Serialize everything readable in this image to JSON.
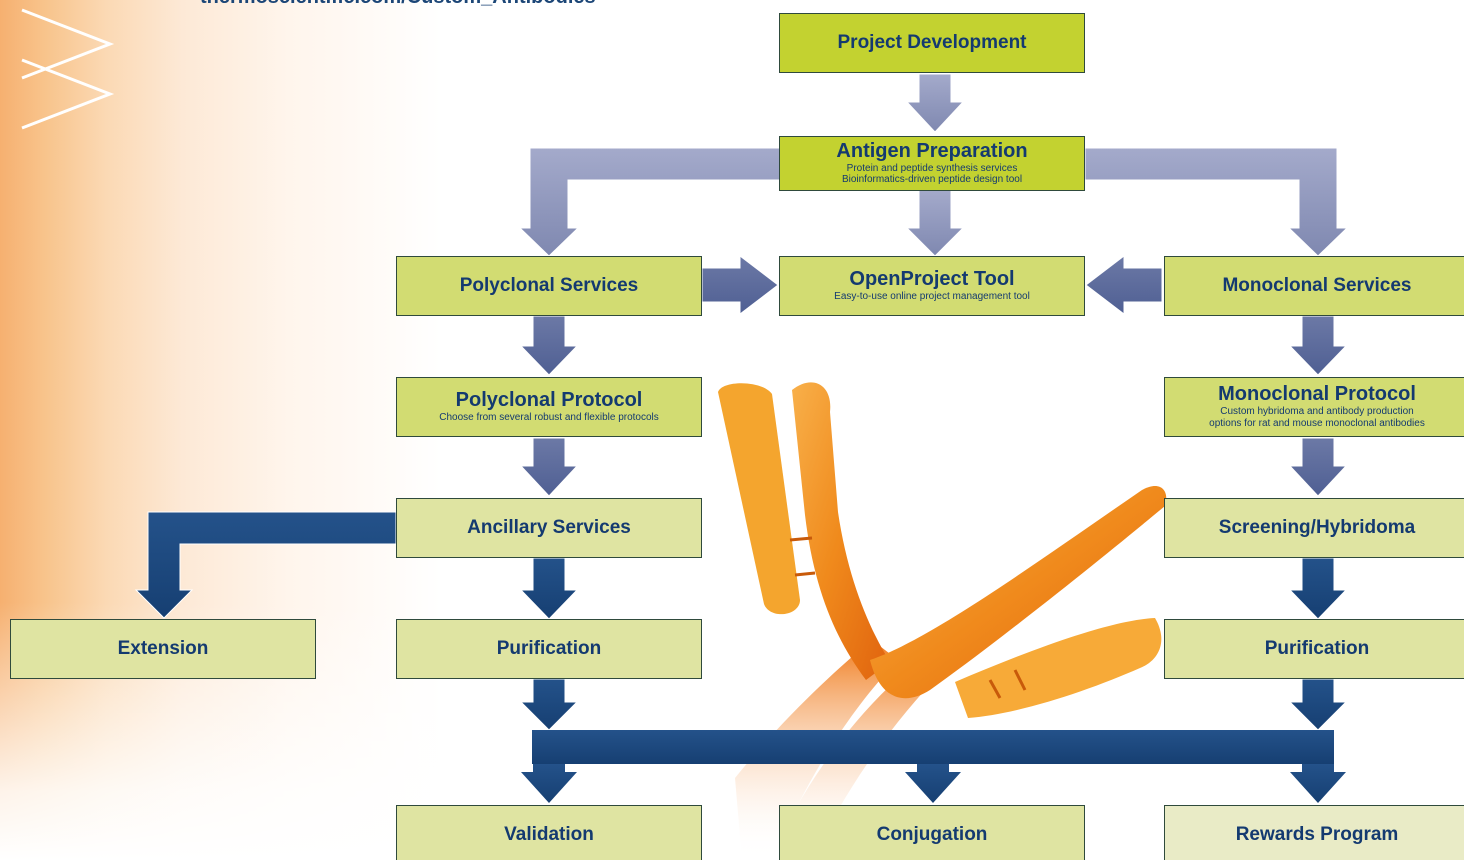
{
  "header": {
    "url_text": "thermoscientific.com/Custom_Antibodies"
  },
  "colors": {
    "box_top": "#c3d230",
    "box_mid": "#d2dc72",
    "box_low": "#dfe4a2",
    "box_pale": "#e9ebc6",
    "text_navy": "#143a70",
    "arrow_light": "#8d95b9",
    "arrow_mid": "#5c6c9d",
    "arrow_dark": "#1a4a7e",
    "accent_orange": "#f08a1c"
  },
  "diagram": {
    "project_development": {
      "title": "Project Development"
    },
    "antigen_preparation": {
      "title": "Antigen Preparation",
      "lines": [
        "Protein and peptide synthesis services",
        "Bioinformatics-driven peptide design tool"
      ]
    },
    "openproject_tool": {
      "title": "OpenProject Tool",
      "lines": [
        "Easy-to-use online project management tool"
      ]
    },
    "polyclonal_services": {
      "title": "Polyclonal Services"
    },
    "monoclonal_services": {
      "title": "Monoclonal Services"
    },
    "polyclonal_protocol": {
      "title": "Polyclonal Protocol",
      "lines": [
        "Choose from several robust and flexible protocols"
      ]
    },
    "monoclonal_protocol": {
      "title": "Monoclonal Protocol",
      "lines": [
        "Custom hybridoma and antibody production",
        "options for rat and mouse monoclonal antibodies"
      ]
    },
    "ancillary_services": {
      "title": "Ancillary Services"
    },
    "screening_hybridoma": {
      "title": "Screening/Hybridoma"
    },
    "extension": {
      "title": "Extension"
    },
    "purification_left": {
      "title": "Purification"
    },
    "purification_right": {
      "title": "Purification"
    },
    "validation": {
      "title": "Validation"
    },
    "conjugation": {
      "title": "Conjugation"
    },
    "rewards_program": {
      "title": "Rewards Program"
    }
  }
}
